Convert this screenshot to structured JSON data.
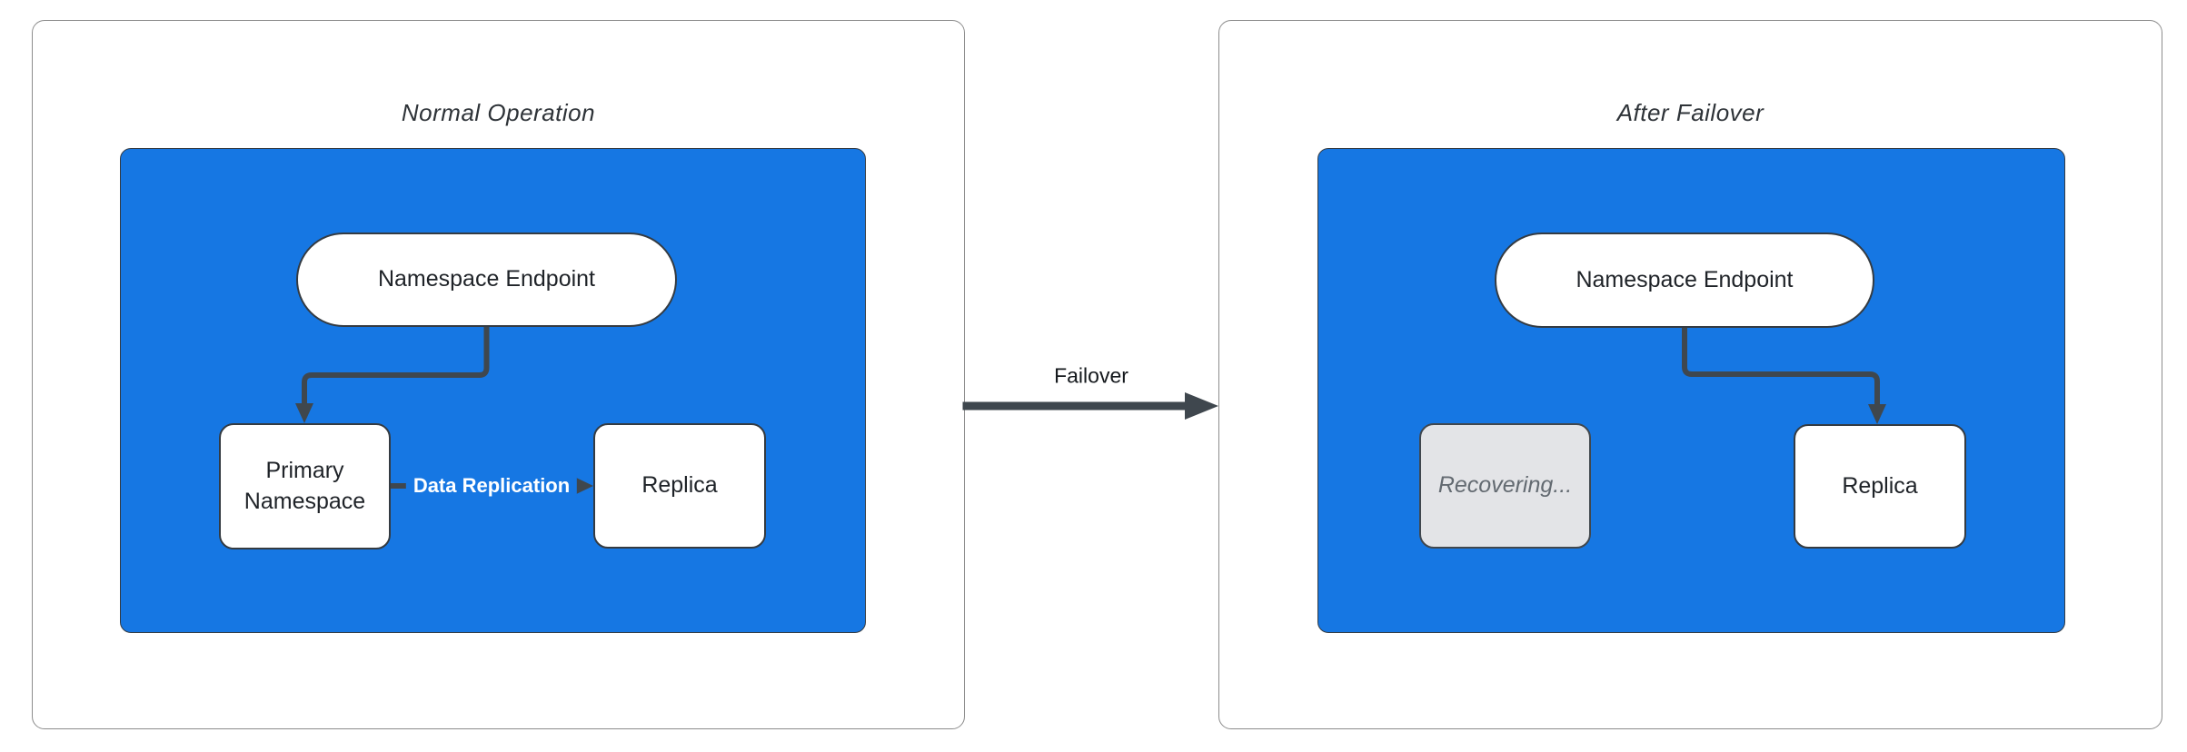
{
  "left_panel": {
    "title": "Normal Operation",
    "endpoint_label": "Namespace Endpoint",
    "primary_label": "Primary Namespace",
    "replica_label": "Replica",
    "replication_edge_label": "Data Replication"
  },
  "failover": {
    "label": "Failover"
  },
  "right_panel": {
    "title": "After Failover",
    "endpoint_label": "Namespace Endpoint",
    "recovering_label": "Recovering...",
    "replica_label": "Replica"
  },
  "colors": {
    "container_fill": "#1677e3",
    "edge": "#3f474e",
    "node_border": "#343b42",
    "panel_border": "#8c8c8c",
    "node_text": "#1f2328",
    "recovering_fill": "#e3e4e7",
    "recovering_border": "#40474e",
    "recovering_text": "#636a71",
    "edge_label_text": "#ffffff"
  }
}
